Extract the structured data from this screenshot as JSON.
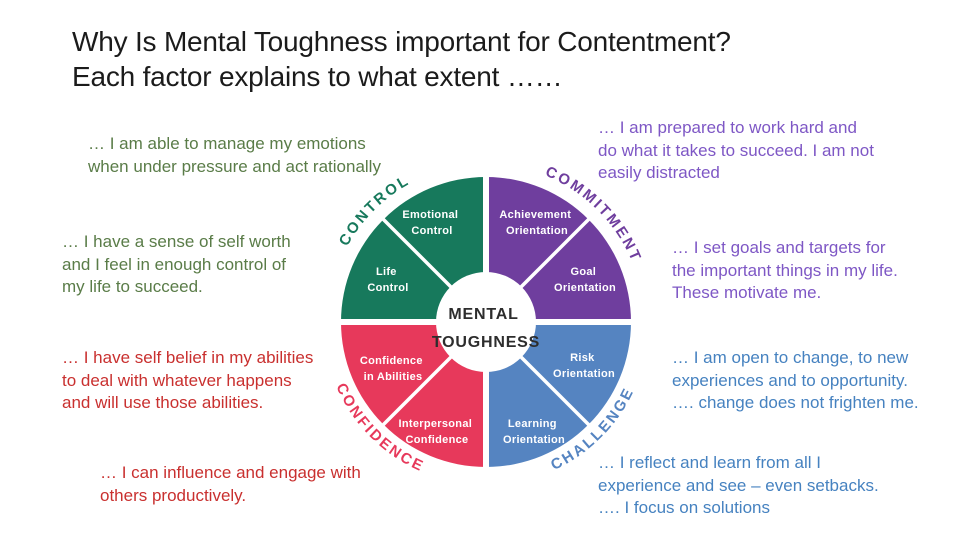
{
  "slide": {
    "title_line1": "Why Is Mental Toughness important for Contentment?",
    "title_line2": "Each factor explains to what extent ……"
  },
  "colors": {
    "control_sector": "#17795c",
    "commitment_sector": "#6f3e9e",
    "confidence_sector": "#e7395b",
    "challenge_sector": "#5584c1",
    "control_annotation_text": "#5a7c48",
    "commitment_annotation_text": "#7e57c5",
    "confidence_annotation_text": "#c9302f",
    "challenge_annotation_text": "#4682c0",
    "title_text": "#1b1b1b",
    "center_text": "#2d2d2d"
  },
  "wheel": {
    "center_line1": "MENTAL",
    "center_line2": "TOUGHNESS",
    "quadrants": [
      {
        "label": "CONTROL",
        "color": "#17795c",
        "segments": [
          {
            "line1": "Emotional",
            "line2": "Control"
          },
          {
            "line1": "Life",
            "line2": "Control"
          }
        ]
      },
      {
        "label": "COMMITMENT",
        "color": "#6f3e9e",
        "segments": [
          {
            "line1": "Achievement",
            "line2": "Orientation"
          },
          {
            "line1": "Goal",
            "line2": "Orientation"
          }
        ]
      },
      {
        "label": "CONFIDENCE",
        "color": "#e7395b",
        "segments": [
          {
            "line1": "Confidence",
            "line2": "in Abilities"
          },
          {
            "line1": "Interpersonal",
            "line2": "Confidence"
          }
        ]
      },
      {
        "label": "CHALLENGE",
        "color": "#5584c1",
        "segments": [
          {
            "line1": "Risk",
            "line2": "Orientation"
          },
          {
            "line1": "Learning",
            "line2": "Orientation"
          }
        ]
      }
    ]
  },
  "annotations": [
    {
      "factor": "control",
      "lines": [
        "… I am able to manage my emotions",
        "when under pressure and act rationally"
      ]
    },
    {
      "factor": "control",
      "lines": [
        "… I have a sense of self worth",
        "and I feel in enough control of",
        "my life to succeed."
      ]
    },
    {
      "factor": "confidence",
      "lines": [
        "… I have self belief in my abilities",
        "to deal with whatever happens",
        "and will use those abilities."
      ]
    },
    {
      "factor": "confidence",
      "lines": [
        "… I can influence and engage with",
        "others productively."
      ]
    },
    {
      "factor": "commitment",
      "lines": [
        "… I am prepared to work hard and",
        "do what it takes to succeed. I am not",
        "easily distracted"
      ]
    },
    {
      "factor": "commitment",
      "lines": [
        "… I set goals and targets for",
        "the important things in my life.",
        "These motivate me."
      ]
    },
    {
      "factor": "challenge",
      "lines": [
        "… I am open to change, to new",
        "experiences and to opportunity.",
        "…. change does not frighten me."
      ]
    },
    {
      "factor": "challenge",
      "lines": [
        "… I reflect and learn from all I",
        "experience and see – even setbacks.",
        "…. I focus on solutions"
      ]
    }
  ]
}
